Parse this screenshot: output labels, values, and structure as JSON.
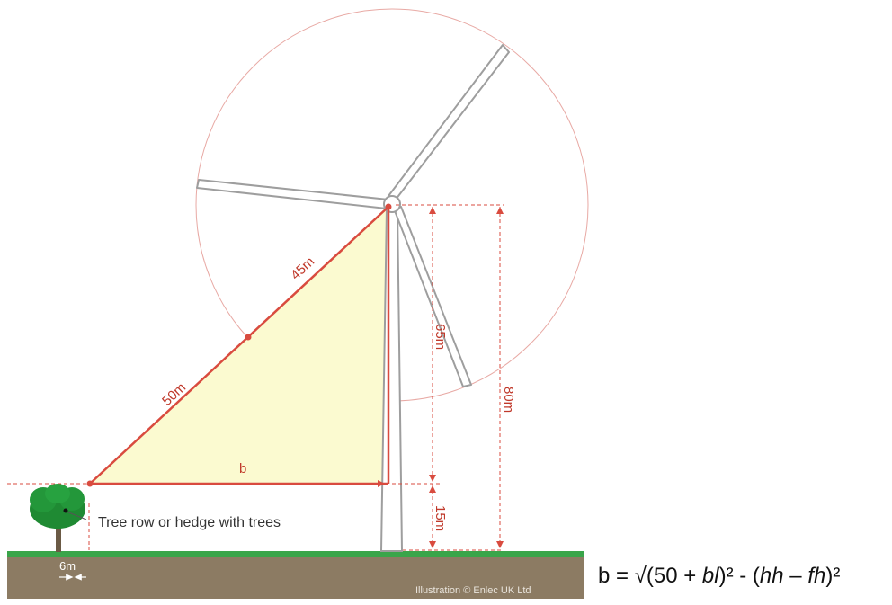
{
  "labels": {
    "hypotenuse_lower": "50m",
    "hypotenuse_upper": "45m",
    "base": "b",
    "mid_height": "65m",
    "total_height": "80m",
    "lower_height": "15m",
    "tree_offset": "6m",
    "tree_caption": "Tree row or hedge with trees"
  },
  "credit": "Illustration © Enlec UK Ltd",
  "formula": {
    "lhs": "b = √(50 + ",
    "bl": "bl",
    "mid": ")² - (",
    "hh": "hh",
    "minus": " – ",
    "fh": "fh",
    "end": ")²"
  },
  "colors": {
    "dimension_red": "#d94b3f",
    "triangle_fill": "#fbfad0",
    "grass": "#3aa54a",
    "soil": "#8c7b63",
    "tower": "#9e9e9e",
    "rotor_circle": "#e8a9a4"
  }
}
